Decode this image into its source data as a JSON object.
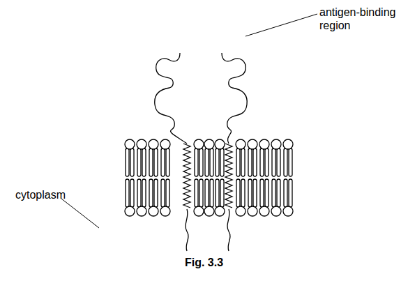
{
  "diagram": {
    "caption": "Fig. 3.3",
    "labels": [
      "antigen-binding region",
      "cytoplasm"
    ]
  }
}
